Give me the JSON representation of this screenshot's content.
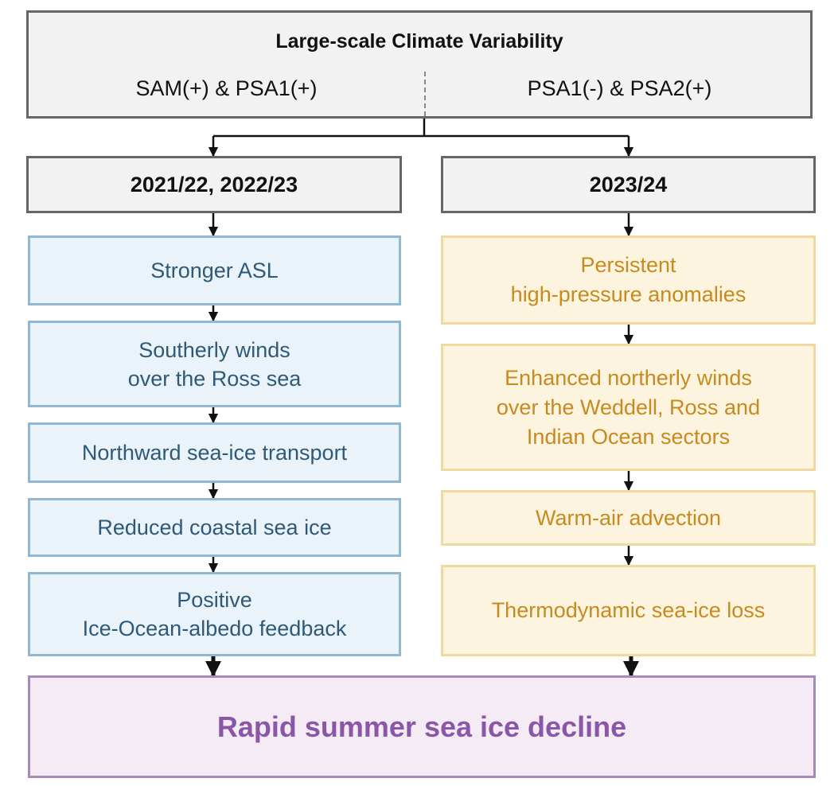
{
  "top": {
    "title": "Large-scale Climate Variability",
    "left_label": "SAM(+) & PSA1(+)",
    "right_label": "PSA1(-) & PSA2(+)"
  },
  "left_branch": {
    "header": "2021/22, 2022/23",
    "steps": [
      [
        "Stronger ASL"
      ],
      [
        "Southerly winds",
        "over the Ross sea"
      ],
      [
        "Northward sea-ice transport"
      ],
      [
        "Reduced coastal sea ice"
      ],
      [
        "Positive",
        "Ice-Ocean-albedo feedback"
      ]
    ]
  },
  "right_branch": {
    "header": "2023/24",
    "steps": [
      [
        "Persistent",
        "high-pressure anomalies"
      ],
      [
        "Enhanced northerly winds",
        "over the Weddell, Ross and",
        "Indian Ocean sectors"
      ],
      [
        "Warm-air advection"
      ],
      [
        "Thermodynamic sea-ice loss"
      ]
    ]
  },
  "outcome": "Rapid summer sea ice decline",
  "colors": {
    "gray_border": "#666666",
    "blue_fill": "#eaf2fa",
    "blue_border": "#90b7d3",
    "blue_text": "#2e5a78",
    "yellow_fill": "#fdf4df",
    "yellow_border": "#f0d9a0",
    "yellow_text": "#c88a1e",
    "purple_fill": "#f4ebf5",
    "purple_border": "#a88ab8",
    "purple_text": "#8a56a8"
  }
}
